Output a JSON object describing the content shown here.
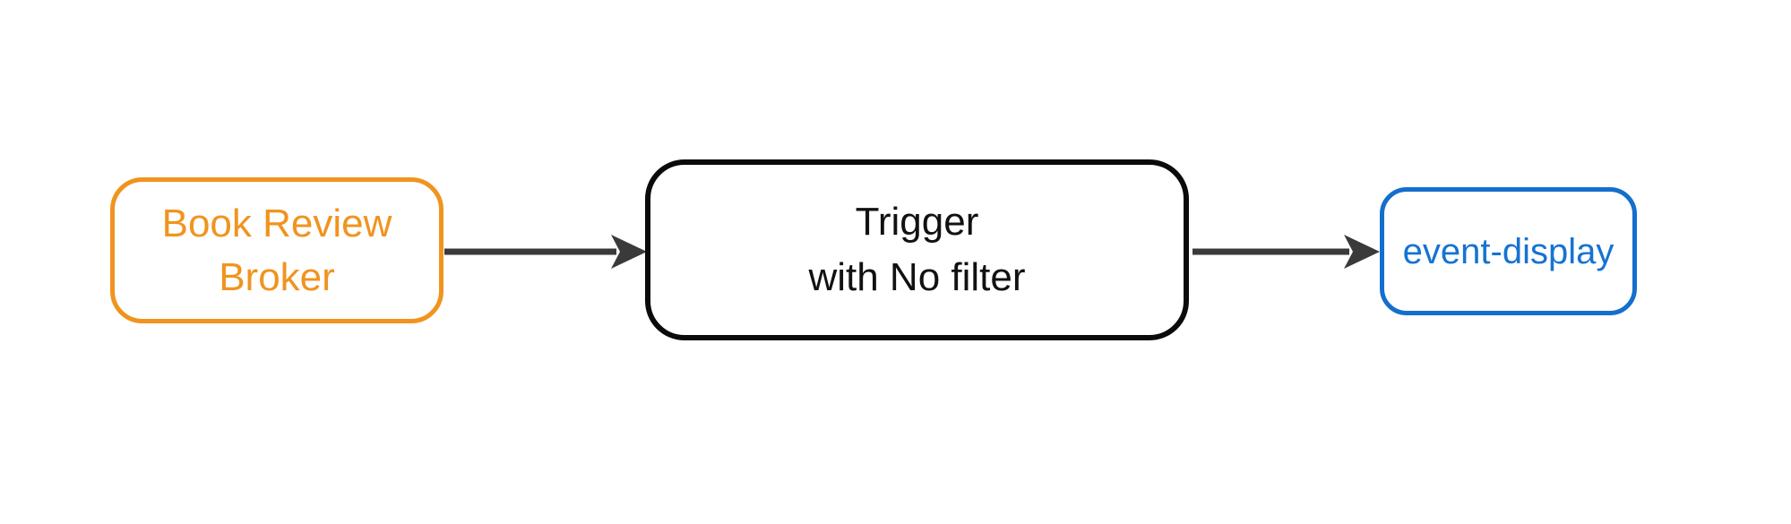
{
  "diagram": {
    "type": "flow",
    "background": "#ffffff",
    "nodes": [
      {
        "id": "broker",
        "lines": [
          "Book Review",
          "Broker"
        ],
        "shape": "rounded-rect",
        "border_color": "#f0941f",
        "text_color": "#f0941f"
      },
      {
        "id": "trigger",
        "lines": [
          "Trigger",
          "with No filter"
        ],
        "shape": "rounded-rect",
        "border_color": "#0b0b0b",
        "text_color": "#111111"
      },
      {
        "id": "sink",
        "lines": [
          "event-display"
        ],
        "shape": "rounded-rect",
        "border_color": "#146fcc",
        "text_color": "#1673d2"
      }
    ],
    "edges": [
      {
        "from": "broker",
        "to": "trigger",
        "style": "solid-arrow",
        "color": "#3a3a3a"
      },
      {
        "from": "trigger",
        "to": "sink",
        "style": "solid-arrow",
        "color": "#3a3a3a"
      }
    ],
    "colors": {
      "broker_accent": "#f0941f",
      "trigger_accent": "#0b0b0b",
      "sink_border": "#146fcc",
      "sink_text": "#1673d2",
      "arrow_color": "#3a3a3a",
      "canvas_bg": "#ffffff"
    }
  }
}
